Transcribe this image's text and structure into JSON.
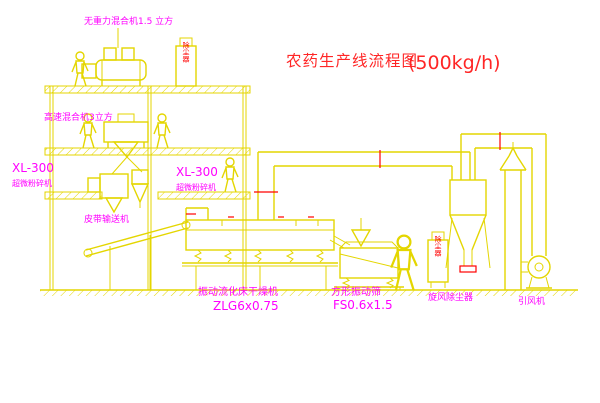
{
  "title": {
    "text": "农药生产线流程图",
    "capacity": "(500kg/h)"
  },
  "colors": {
    "drawing_line": "#e4d600",
    "label_text": "#ff00ff",
    "title_text": "#ff2626",
    "cabinet_text": "#ff0000",
    "background": "#ffffff"
  },
  "labels": {
    "gravity_mixer": "无重力混合机1.5 立方",
    "high_speed_mixer": "高速混合机3立方",
    "mill_left_model": "XL-300",
    "mill_left_name": "超微粉碎机",
    "mill_mid_model": "XL-300",
    "mill_mid_name": "超微粉碎机",
    "belt_conveyor": "皮带输送机",
    "fluid_bed_dryer": "振动流化床干燥机",
    "fluid_bed_dryer_model": "ZLG6x0.75",
    "square_sieve": "方形振动筛",
    "square_sieve_model": "FS0.6x1.5",
    "cyclone": "旋风除尘器",
    "induced_draft_fan": "引风机",
    "dust_collector_top": "除尘器",
    "dust_collector_right": "除尘器"
  }
}
